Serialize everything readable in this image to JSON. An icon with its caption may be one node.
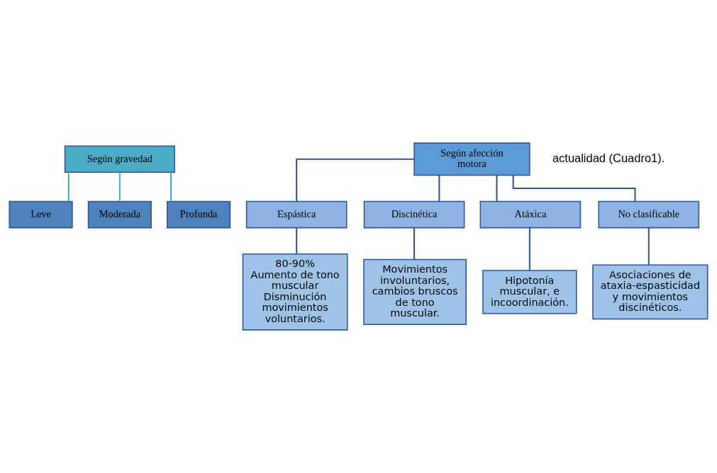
{
  "diagram": {
    "nodes": [
      {
        "text": [
          "Según gravedad"
        ]
      },
      {
        "text": [
          "Leve"
        ]
      },
      {
        "text": [
          "Moderada"
        ]
      },
      {
        "text": [
          "Profunda"
        ]
      },
      {
        "text": [
          "Según afección motora"
        ]
      },
      {
        "text": [
          "Espástica"
        ]
      },
      {
        "text": [
          "Discinética"
        ]
      },
      {
        "text": [
          "Atáxica"
        ]
      },
      {
        "text": [
          "No clasificable"
        ]
      },
      {
        "text": [
          "80-90%",
          "Aumento de tono muscular",
          "Disminución movimientos voluntarios."
        ]
      },
      {
        "text": [
          "Movimientos involuntarios, cambios bruscos de tono muscular."
        ]
      },
      {
        "text": [
          "Hipotonía muscular, e incoordinación."
        ]
      },
      {
        "text": [
          "Asociaciones de ataxia-espasticidad y movimientos discinéticos."
        ]
      }
    ],
    "edges": [
      {
        "from": 0,
        "to": 1,
        "arrow": "none",
        "color": "#4bacc6"
      },
      {
        "from": 0,
        "to": 2,
        "arrow": "none",
        "color": "#4bacc6"
      },
      {
        "from": 0,
        "to": 3,
        "arrow": "none",
        "color": "#4bacc6"
      },
      {
        "from": 4,
        "to": 5,
        "arrow": "none"
      },
      {
        "from": 4,
        "to": 6,
        "arrow": "none"
      },
      {
        "from": 4,
        "to": 7,
        "arrow": "none"
      },
      {
        "from": 4,
        "to": 8,
        "arrow": "none"
      },
      {
        "from": 5,
        "to": 9,
        "arrow": "none"
      },
      {
        "from": 6,
        "to": 10,
        "arrow": "none"
      },
      {
        "from": 7,
        "to": 11,
        "arrow": "none"
      },
      {
        "from": 8,
        "to": 12,
        "arrow": "none"
      }
    ],
    "labels": [
      "actualidad (Cuadro1)."
    ]
  }
}
